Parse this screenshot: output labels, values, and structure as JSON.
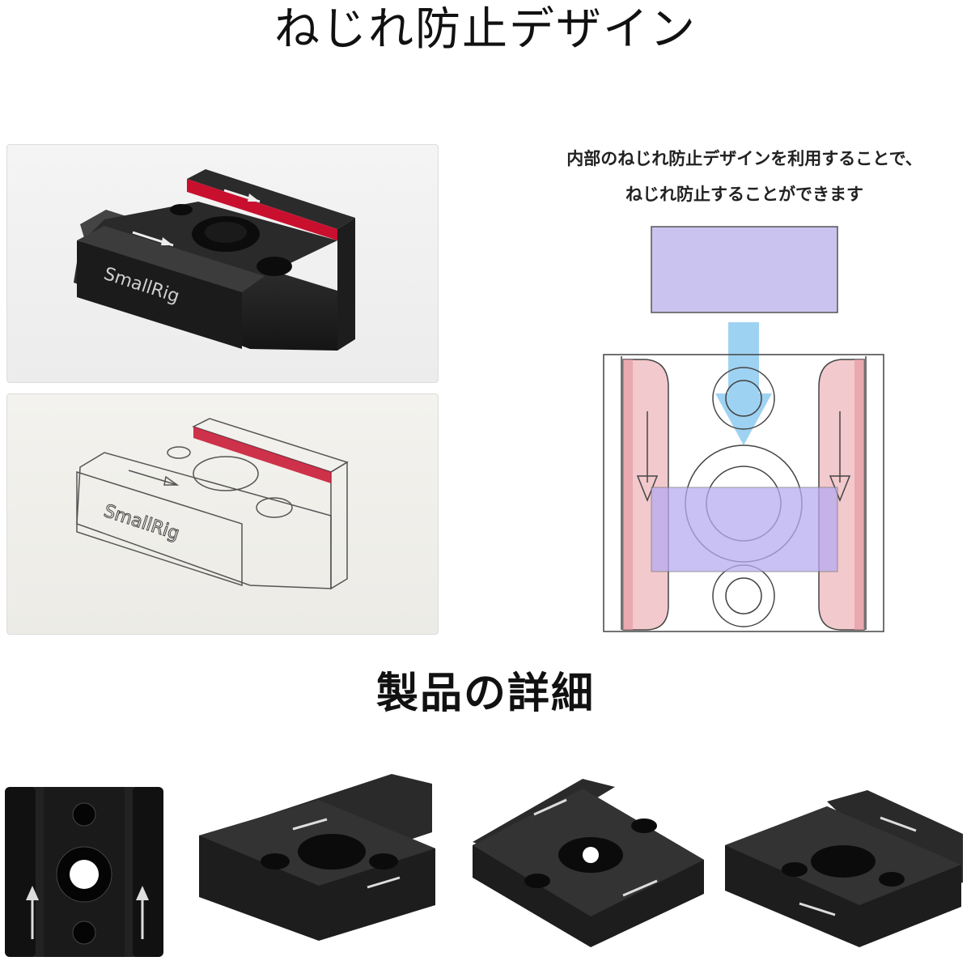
{
  "header": {
    "title": "ねじれ防止デザイン"
  },
  "description": {
    "line1": "内部のねじれ防止デザインを利用することで、",
    "line2": "ねじれ防止することができます"
  },
  "product_images": {
    "logo_text": "SmallRig",
    "accent_color": "#c8102e"
  },
  "details": {
    "title": "製品の詳細"
  }
}
